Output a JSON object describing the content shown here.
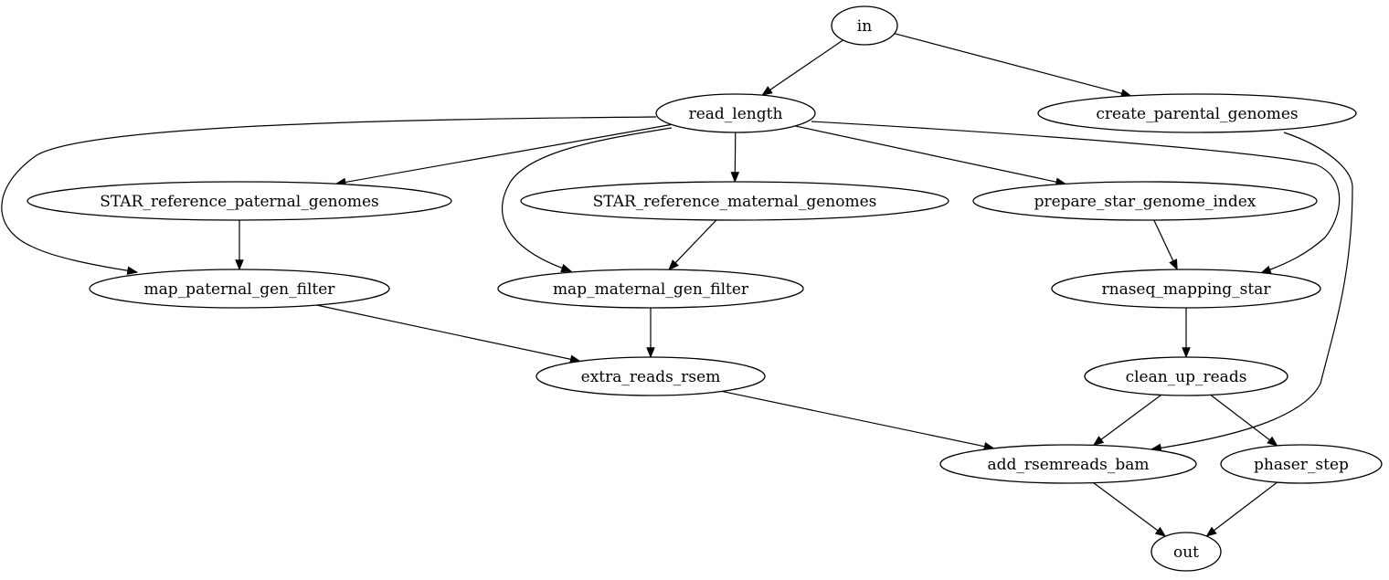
{
  "diagram": {
    "type": "directed-graph",
    "nodes": [
      {
        "id": "in",
        "label": "in"
      },
      {
        "id": "read_length",
        "label": "read_length"
      },
      {
        "id": "create_parental_genomes",
        "label": "create_parental_genomes"
      },
      {
        "id": "STAR_reference_paternal_genomes",
        "label": "STAR_reference_paternal_genomes"
      },
      {
        "id": "STAR_reference_maternal_genomes",
        "label": "STAR_reference_maternal_genomes"
      },
      {
        "id": "prepare_star_genome_index",
        "label": "prepare_star_genome_index"
      },
      {
        "id": "map_paternal_gen_filter",
        "label": "map_paternal_gen_filter"
      },
      {
        "id": "map_maternal_gen_filter",
        "label": "map_maternal_gen_filter"
      },
      {
        "id": "rnaseq_mapping_star",
        "label": "rnaseq_mapping_star"
      },
      {
        "id": "extra_reads_rsem",
        "label": "extra_reads_rsem"
      },
      {
        "id": "clean_up_reads",
        "label": "clean_up_reads"
      },
      {
        "id": "add_rsemreads_bam",
        "label": "add_rsemreads_bam"
      },
      {
        "id": "phaser_step",
        "label": "phaser_step"
      },
      {
        "id": "out",
        "label": "out"
      }
    ],
    "edges": [
      {
        "from": "in",
        "to": "read_length"
      },
      {
        "from": "in",
        "to": "create_parental_genomes"
      },
      {
        "from": "read_length",
        "to": "STAR_reference_paternal_genomes"
      },
      {
        "from": "read_length",
        "to": "map_paternal_gen_filter"
      },
      {
        "from": "read_length",
        "to": "map_maternal_gen_filter"
      },
      {
        "from": "read_length",
        "to": "STAR_reference_maternal_genomes"
      },
      {
        "from": "read_length",
        "to": "prepare_star_genome_index"
      },
      {
        "from": "read_length",
        "to": "rnaseq_mapping_star"
      },
      {
        "from": "create_parental_genomes",
        "to": "add_rsemreads_bam"
      },
      {
        "from": "STAR_reference_paternal_genomes",
        "to": "map_paternal_gen_filter"
      },
      {
        "from": "STAR_reference_maternal_genomes",
        "to": "map_maternal_gen_filter"
      },
      {
        "from": "prepare_star_genome_index",
        "to": "rnaseq_mapping_star"
      },
      {
        "from": "map_paternal_gen_filter",
        "to": "extra_reads_rsem"
      },
      {
        "from": "map_maternal_gen_filter",
        "to": "extra_reads_rsem"
      },
      {
        "from": "rnaseq_mapping_star",
        "to": "clean_up_reads"
      },
      {
        "from": "extra_reads_rsem",
        "to": "add_rsemreads_bam"
      },
      {
        "from": "clean_up_reads",
        "to": "add_rsemreads_bam"
      },
      {
        "from": "clean_up_reads",
        "to": "phaser_step"
      },
      {
        "from": "add_rsemreads_bam",
        "to": "out"
      },
      {
        "from": "phaser_step",
        "to": "out"
      }
    ]
  }
}
